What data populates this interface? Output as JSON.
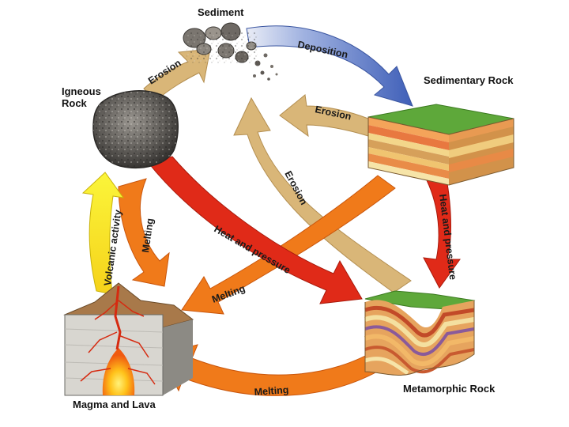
{
  "nodes": {
    "sediment": "Sediment",
    "igneous_line1": "Igneous",
    "igneous_line2": "Rock",
    "sedimentary": "Sedimentary Rock",
    "metamorphic": "Metamorphic Rock",
    "magma": "Magma and Lava"
  },
  "arrows": {
    "erosion_igneous": "Erosion",
    "deposition": "Deposition",
    "erosion_sedimentary": "Erosion",
    "erosion_metamorphic": "Erosion",
    "heat_pressure_igneous": "Heat and pressure",
    "heat_pressure_sedimentary": "Heat and pressure",
    "melting_igneous": "Melting",
    "melting_sedimentary": "Melting",
    "melting_metamorphic": "Melting",
    "volcanic_activity": "Volcanic activity"
  },
  "colors": {
    "erosion": "#d9b678",
    "deposition": "#4f6fc0",
    "heat_pressure": "#e02a18",
    "melting": "#f07a1a",
    "volcanic": "#f5ec1a"
  }
}
